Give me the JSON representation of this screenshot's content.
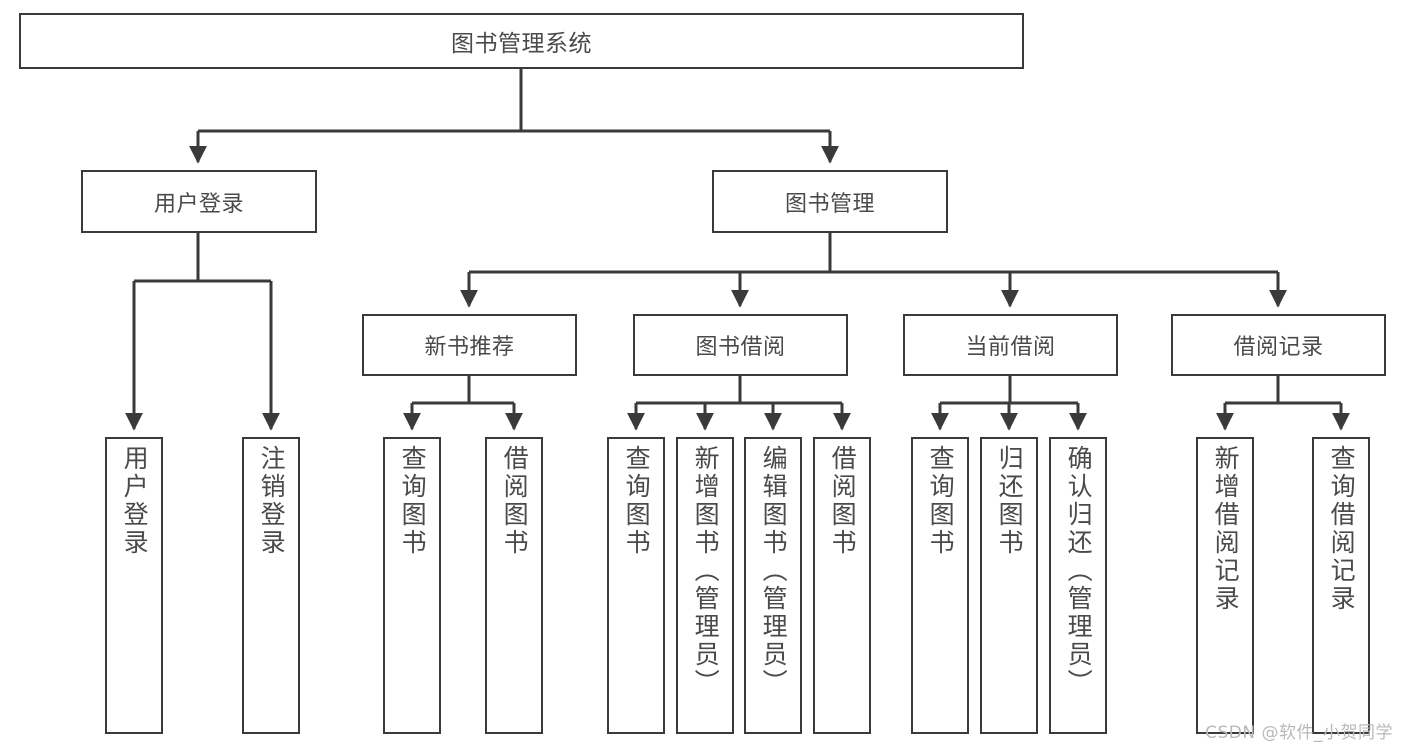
{
  "diagram": {
    "type": "tree-hierarchy-chart",
    "title": "图书管理系统",
    "watermark": "CSDN @软件_小贺同学",
    "colors": {
      "box_border": "#3a3a3a",
      "box_fill": "#ffffff",
      "connector": "#3a3a3a",
      "text": "#4a4a4a",
      "watermark": "#b9b9b9",
      "background": "#ffffff"
    },
    "root": {
      "label": "图书管理系统"
    },
    "level1": [
      {
        "label": "用户登录"
      },
      {
        "label": "图书管理"
      }
    ],
    "level2": [
      {
        "label": "新书推荐"
      },
      {
        "label": "图书借阅"
      },
      {
        "label": "当前借阅"
      },
      {
        "label": "借阅记录"
      }
    ],
    "leaves": {
      "user_login": [
        {
          "label": "用户登录"
        },
        {
          "label": "注销登录"
        }
      ],
      "new_book_recommend": [
        {
          "label": "查询图书"
        },
        {
          "label": "借阅图书"
        }
      ],
      "book_borrow": [
        {
          "label": "查询图书"
        },
        {
          "label": "新增图书（管理员）"
        },
        {
          "label": "编辑图书（管理员）"
        },
        {
          "label": "借阅图书"
        }
      ],
      "current_borrow": [
        {
          "label": "查询图书"
        },
        {
          "label": "归还图书"
        },
        {
          "label": "确认归还（管理员）"
        }
      ],
      "borrow_record": [
        {
          "label": "新增借阅记录"
        },
        {
          "label": "查询借阅记录"
        }
      ]
    }
  }
}
